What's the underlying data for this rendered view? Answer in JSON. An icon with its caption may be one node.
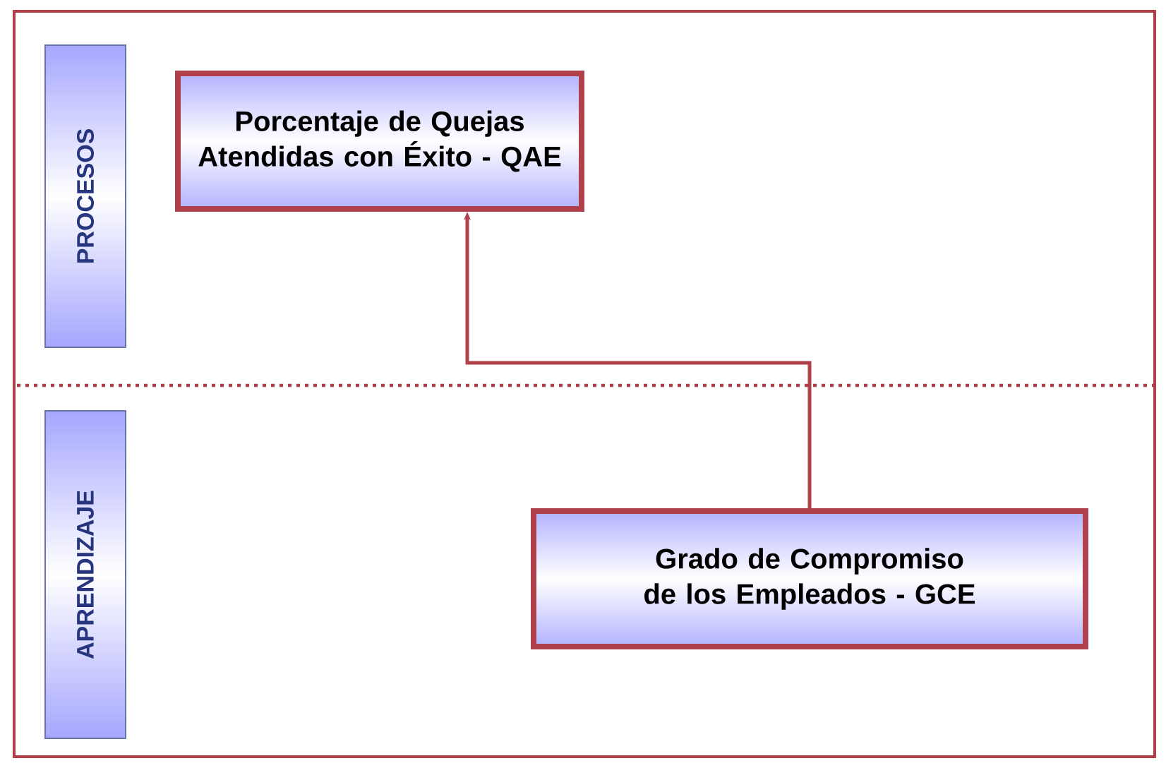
{
  "diagram": {
    "nodes": [
      {
        "text": [
          "PROCESOS"
        ]
      },
      {
        "text": [
          "Porcentaje de Quejas Atendidas con Éxito - QAE"
        ]
      },
      {
        "text": [
          "APRENDIZAJE"
        ]
      },
      {
        "text": [
          "Grado de Compromiso de los Empleados - GCE"
        ]
      }
    ],
    "edges": [
      {
        "from": 3,
        "to": 1,
        "arrow": "to"
      }
    ]
  }
}
